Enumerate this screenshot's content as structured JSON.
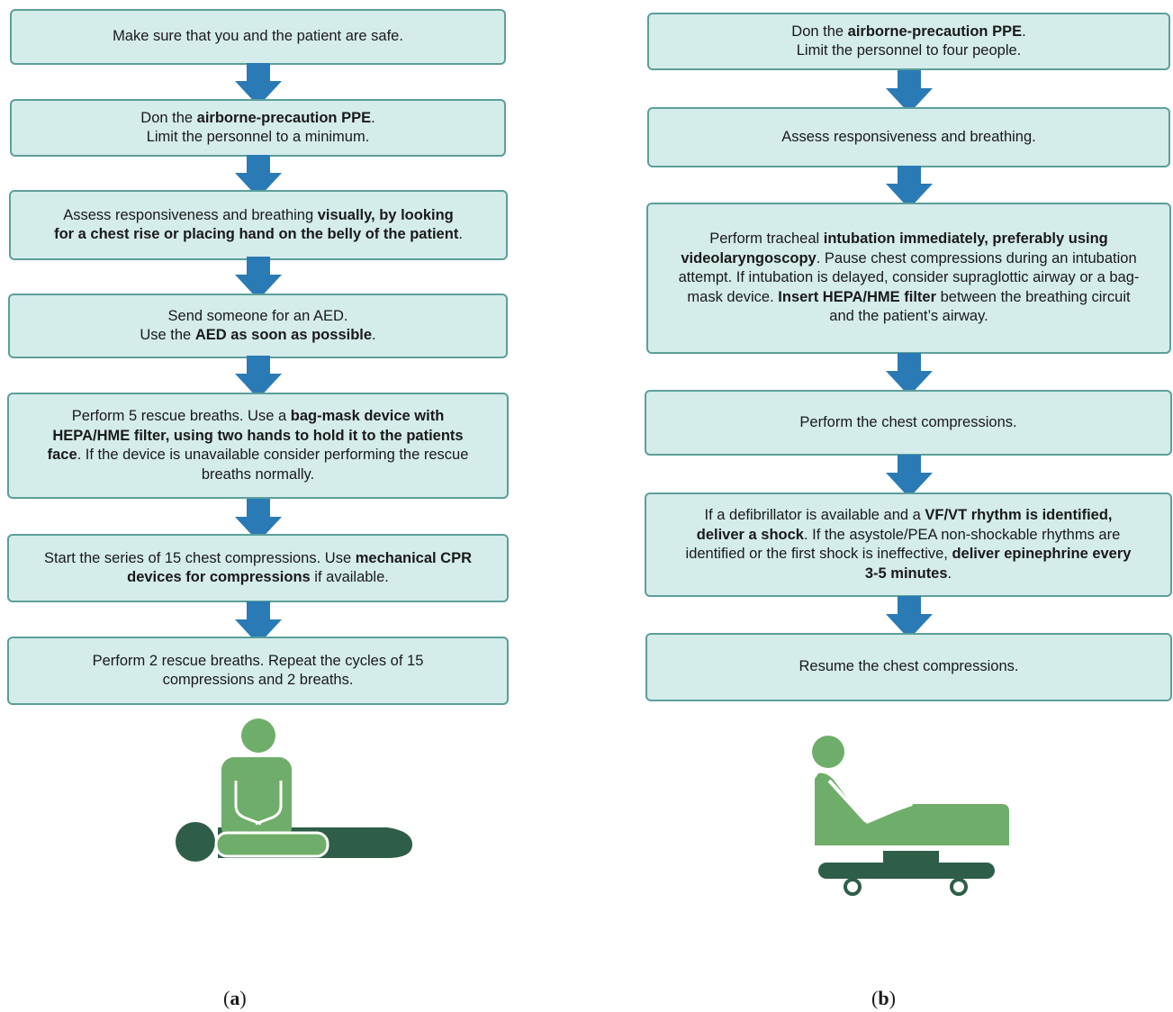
{
  "panel_a": {
    "steps": [
      {
        "p1": "Make sure that you and the patient are safe."
      },
      {
        "p1": "Don the ",
        "b1": "airborne-precaution PPE",
        "p2": ".",
        "p3": "Limit the personnel to a minimum."
      },
      {
        "p1": "Assess responsiveness and breathing ",
        "b1": "visually, by looking",
        "b2": "for a chest rise or placing hand on the belly of the patient",
        "p2": "."
      },
      {
        "p1": "Send someone for an AED.",
        "p2": "Use the ",
        "b1": "AED as soon as possible",
        "p3": "."
      },
      {
        "p1": "Perform 5 rescue breaths. Use a ",
        "b1": "bag-mask device with HEPA/HME filter, using two hands to hold it to the patients face",
        "p2": ". If the device is unavailable consider performing the rescue breaths normally."
      },
      {
        "p1": "Start the series of 15 chest compressions. Use ",
        "b1": "mechanical CPR devices for compressions",
        "p2": " if available."
      },
      {
        "p1": "Perform 2 rescue breaths. Repeat the cycles of 15 compressions and 2 breaths."
      }
    ],
    "caption_open": "(",
    "caption_letter": "a",
    "caption_close": ")"
  },
  "panel_b": {
    "steps": [
      {
        "p1": "Don the ",
        "b1": "airborne-precaution PPE",
        "p2": ".",
        "p3": "Limit the personnel to four people."
      },
      {
        "p1": "Assess responsiveness and breathing."
      },
      {
        "p1": "Perform tracheal ",
        "b1": "intubation immediately, preferably using videolaryngoscopy",
        "p2": ". Pause chest compressions during an intubation attempt. If intubation is delayed, consider supraglottic airway or a bag-mask device. ",
        "b2": "Insert HEPA/HME filter",
        "p3": " between the breathing circuit and the patient’s airway."
      },
      {
        "p1": "Perform the chest compressions."
      },
      {
        "p1": "If a defibrillator is available and a ",
        "b1": "VF/VT rhythm is identified, deliver a shock",
        "p2": ". If the asystole/PEA non-shockable rhythms are identified or the first shock is ineffective, ",
        "b2": "deliver epinephrine every 3-5 minutes",
        "p3": "."
      },
      {
        "p1": "Resume the chest compressions."
      }
    ],
    "caption_open": "(",
    "caption_letter": "b",
    "caption_close": ")"
  },
  "colors": {
    "box_fill": "#d4ecea",
    "box_border": "#5c9f9a",
    "arrow": "#2a7ab5",
    "figure_light": "#6fae6a",
    "figure_dark": "#2e5e48"
  },
  "icons": [
    "cpr-figure-icon",
    "hospital-bed-patient-icon"
  ]
}
